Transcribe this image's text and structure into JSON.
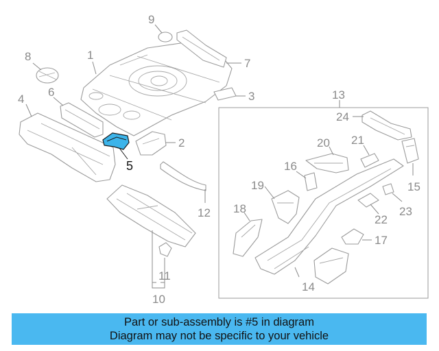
{
  "callouts": {
    "n1": "1",
    "n2": "2",
    "n3": "3",
    "n4": "4",
    "n5": "5",
    "n6": "6",
    "n7": "7",
    "n8": "8",
    "n9": "9",
    "n10": "10",
    "n11": "11",
    "n12": "12",
    "n13": "13",
    "n14": "14",
    "n15": "15",
    "n16": "16",
    "n17": "17",
    "n18": "18",
    "n19": "19",
    "n20": "20",
    "n21": "21",
    "n22": "22",
    "n23": "23",
    "n24": "24"
  },
  "highlighted_part": "5",
  "highlight_color": "#3cb4ea",
  "banner": {
    "line1": "Part or sub-assembly is #5 in diagram",
    "line2": "Diagram may not be specific to your vehicle",
    "color": "#4ab8f0"
  }
}
